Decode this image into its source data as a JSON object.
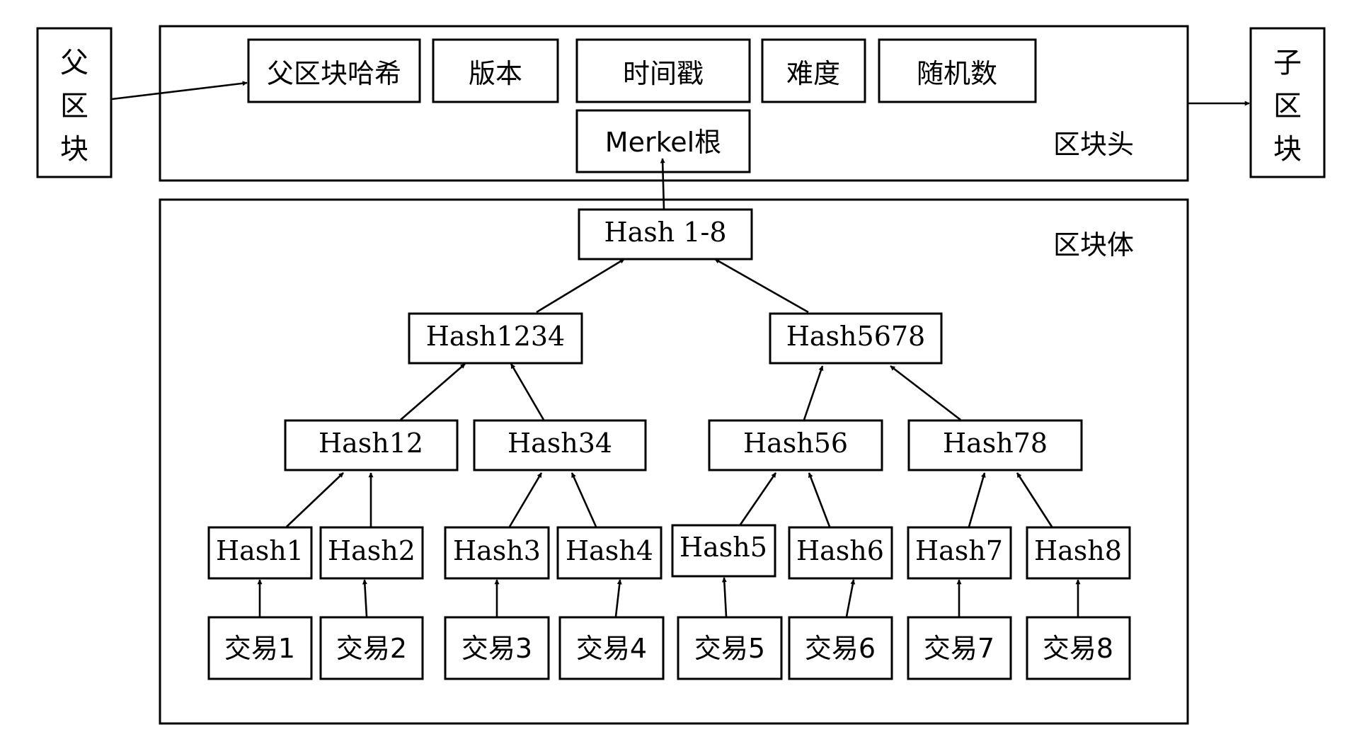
{
  "parent_block": [
    "父",
    "区",
    "块"
  ],
  "child_block": [
    "子",
    "区",
    "块"
  ],
  "header": {
    "title": "区块头",
    "fields": [
      "父区块哈希",
      "版本",
      "时间戳",
      "难度",
      "随机数"
    ],
    "merkle_root": "Merkel根"
  },
  "body": {
    "title": "区块体",
    "root": "Hash 1-8",
    "level1": [
      "Hash1234",
      "Hash5678"
    ],
    "level2": [
      "Hash12",
      "Hash34",
      "Hash56",
      "Hash78"
    ],
    "level3": [
      "Hash1",
      "Hash2",
      "Hash3",
      "Hash4",
      "Hash5",
      "Hash6",
      "Hash7",
      "Hash8"
    ],
    "transactions": [
      "交易1",
      "交易2",
      "交易3",
      "交易4",
      "交易5",
      "交易6",
      "交易7",
      "交易8"
    ]
  }
}
